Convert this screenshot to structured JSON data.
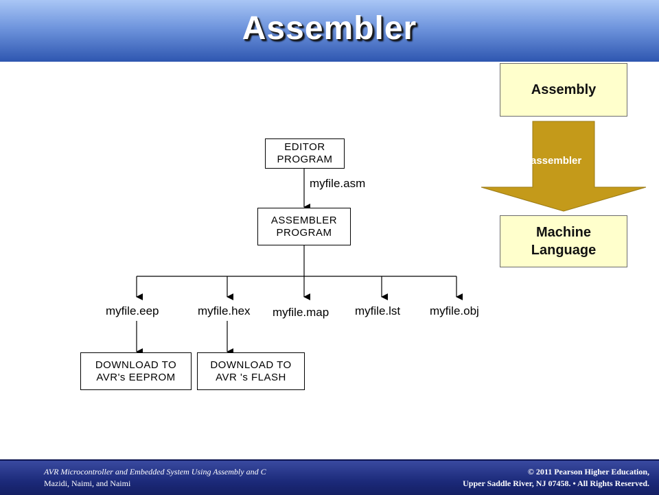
{
  "title": "Assembler",
  "flowchart": {
    "editor_program": [
      "EDITOR",
      "PROGRAM"
    ],
    "source_file": "myfile.asm",
    "assembler_program": [
      "ASSEMBLER",
      "PROGRAM"
    ],
    "outputs": {
      "eep": "myfile.eep",
      "hex": "myfile.hex",
      "map": "myfile.map",
      "lst": "myfile.lst",
      "obj": "myfile.obj"
    },
    "download_eeprom": [
      "DOWNLOAD TO",
      "AVR's EEPROM"
    ],
    "download_flash": [
      "DOWNLOAD TO",
      "AVR 's FLASH"
    ]
  },
  "side_diagram": {
    "top_label": "Assembly",
    "arrow_label": "assembler",
    "bottom_label": [
      "Machine",
      "Language"
    ],
    "arrow_color": "#c49a1a",
    "box_color": "#ffffcc"
  },
  "footer": {
    "book_line1": "AVR Microcontroller and Embedded System Using Assembly and C",
    "book_line2": "Mazidi, Naimi, and Naimi",
    "copyright_line1": "© 2011  Pearson Higher Education,",
    "copyright_line2": "Upper Saddle River, NJ 07458. • All Rights Reserved."
  }
}
